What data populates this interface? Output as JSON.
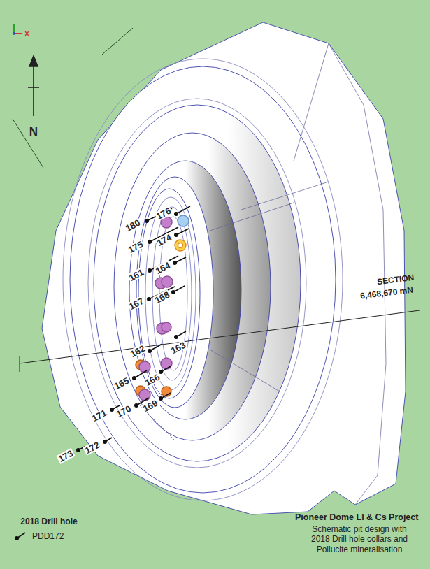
{
  "diagram": {
    "title": "Pioneer Dome LI & Cs Project",
    "caption": "Schematic pit design with 2018 Drill hole collars and Pollucite mineralisation",
    "labels": [
      "N",
      "180",
      "176",
      "175",
      "174",
      "161",
      "164",
      "167",
      "168",
      "162",
      "163",
      "165",
      "166",
      "170",
      "169",
      "171",
      "172",
      "173",
      "SECTION",
      "6,468,670 mN",
      "2018 Drill hole"
    ],
    "legend": [
      {
        "text": "PDD172"
      }
    ]
  }
}
